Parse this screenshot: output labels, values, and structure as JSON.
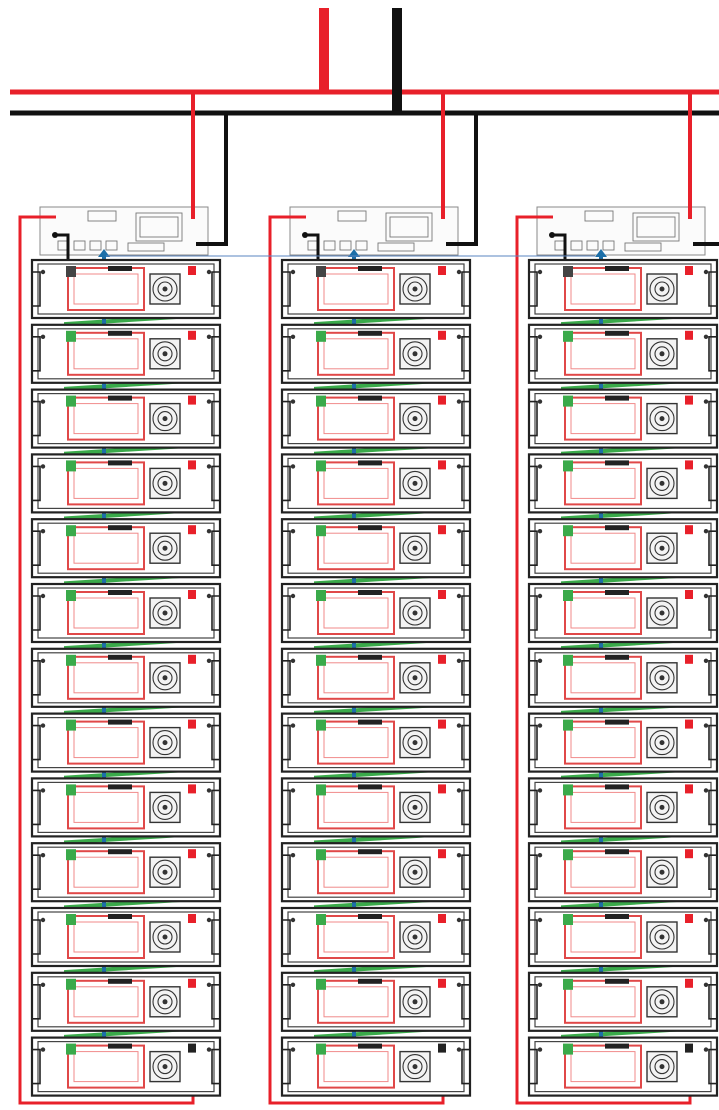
{
  "colors": {
    "positive": "#e8202a",
    "negative": "#111111",
    "series_link": "#3aaa4a",
    "comm_arrow": "#1d6fa8",
    "label_stroke": "#e04848",
    "comm_line": "#5a86c2"
  },
  "bus": {
    "positive_label": "",
    "negative_label": ""
  },
  "racks": [
    {
      "id": "rack-1",
      "controller_label": "",
      "modules": 13
    },
    {
      "id": "rack-2",
      "controller_label": "",
      "modules": 13
    },
    {
      "id": "rack-3",
      "controller_label": "",
      "modules": 13
    }
  ]
}
